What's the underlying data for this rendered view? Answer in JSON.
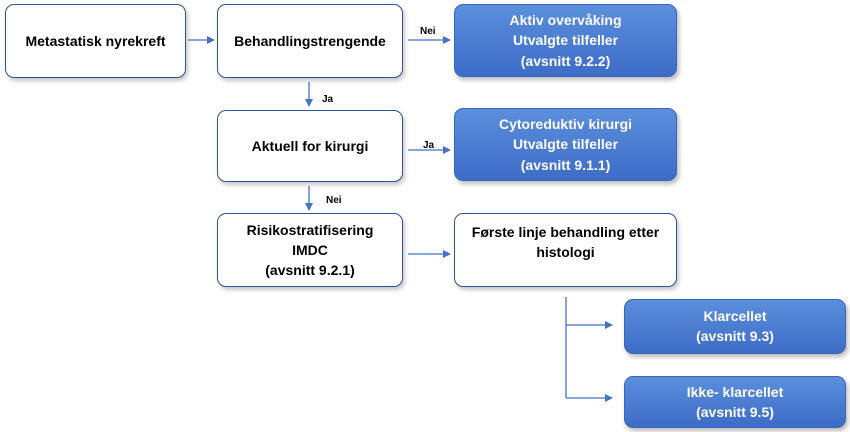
{
  "nodes": {
    "metastatisk": [
      "Metastatisk nyrekreft"
    ],
    "behandlingstrengende": [
      "Behandlingstrengende"
    ],
    "aktiv_overvaking": [
      "Aktiv overvåking",
      "Utvalgte tilfeller",
      "(avsnitt 9.2.2)"
    ],
    "aktuell_kirurgi": [
      "Aktuell for kirurgi"
    ],
    "cytoreduktiv": [
      "Cytoreduktiv kirurgi",
      "Utvalgte tilfeller",
      "(avsnitt 9.1.1)"
    ],
    "risikostratifisering": [
      "Risikostratifisering",
      "IMDC",
      "(avsnitt 9.2.1)"
    ],
    "forste_linje": [
      "Første linje behandling etter",
      "histologi"
    ],
    "klarcellet": [
      "Klarcellet",
      "(avsnitt 9.3)"
    ],
    "ikke_klarcellet": [
      "Ikke- klarcellet",
      "(avsnitt 9.5)"
    ]
  },
  "edge_labels": {
    "nei_top": "Nei",
    "ja_down": "Ja",
    "ja_right": "Ja",
    "nei_down": "Nei"
  },
  "colors": {
    "connector": "#4472c4",
    "box_border": "#2f5597",
    "blue_box": "#4a7bd0"
  }
}
